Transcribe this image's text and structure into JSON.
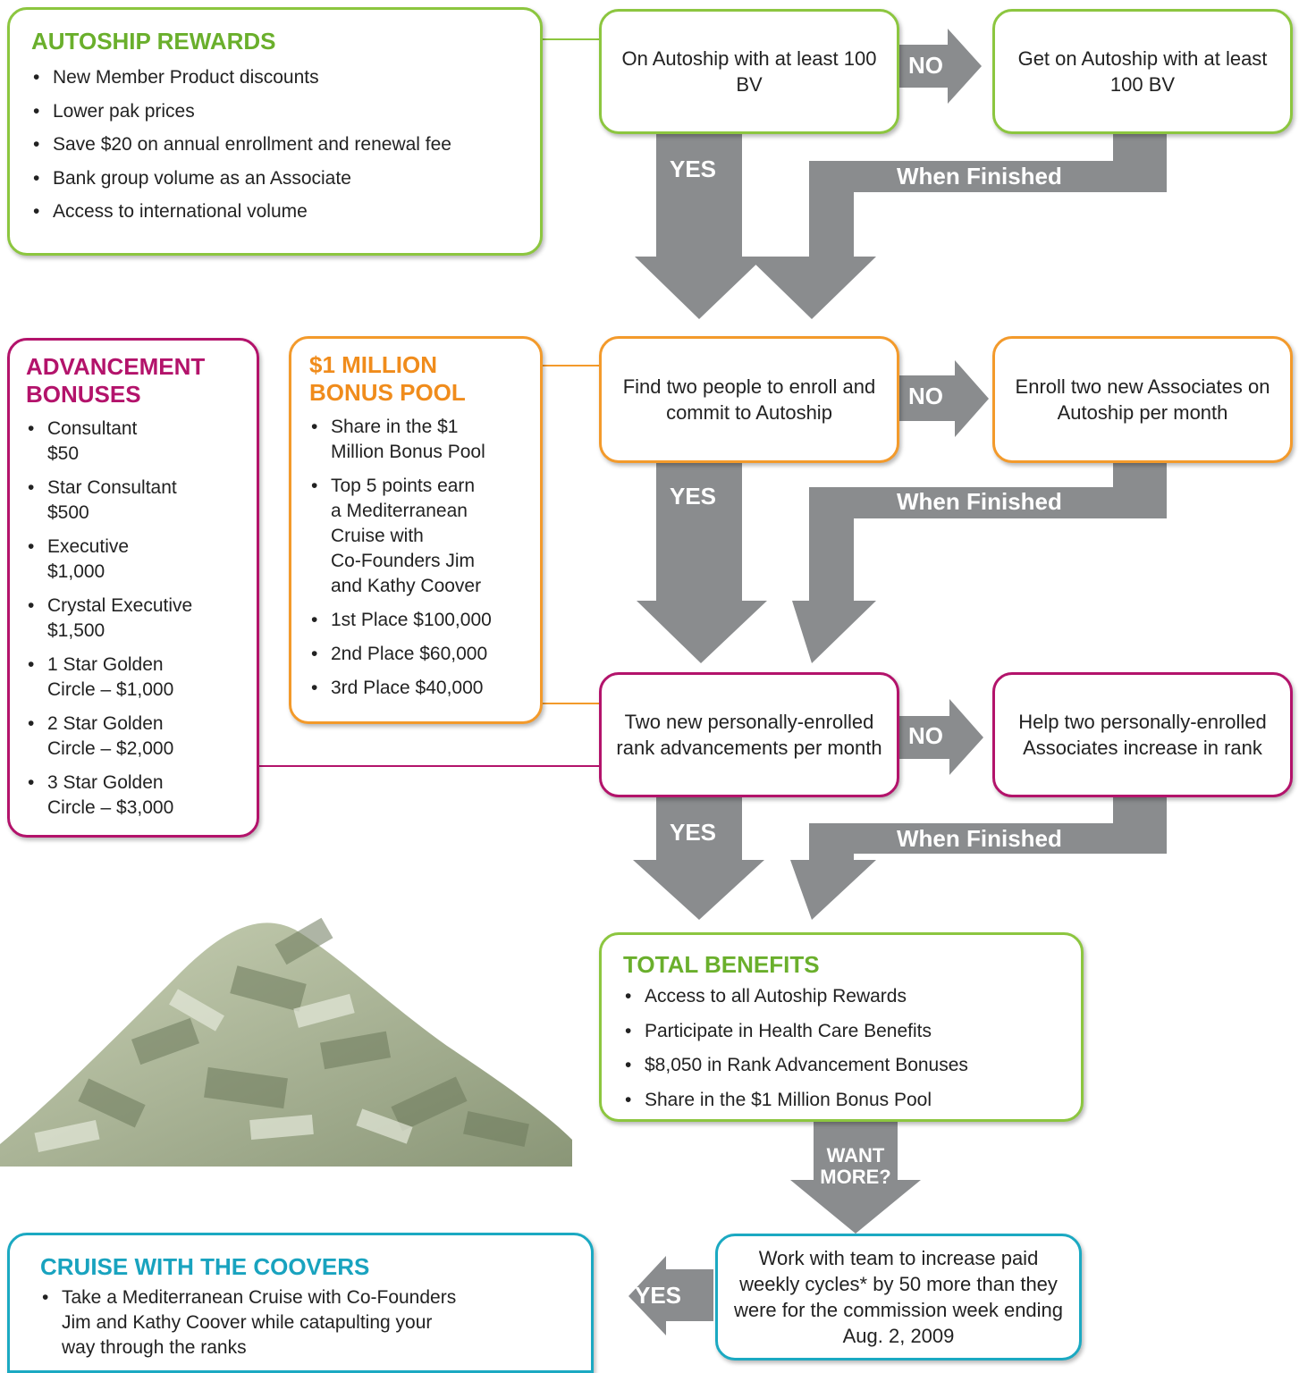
{
  "autoship_rewards": {
    "title": "AUTOSHIP REWARDS",
    "items": [
      "New Member Product discounts",
      "Lower pak prices",
      "Save $20 on annual enrollment and renewal fee",
      "Bank group volume as an Associate",
      "Access to international volume"
    ]
  },
  "advancement_bonuses": {
    "title_line1": "ADVANCEMENT",
    "title_line2": "BONUSES",
    "items": [
      {
        "line1": "Consultant",
        "line2": "$50"
      },
      {
        "line1": "Star Consultant",
        "line2": "$500"
      },
      {
        "line1": "Executive",
        "line2": "$1,000"
      },
      {
        "line1": "Crystal Executive",
        "line2": "$1,500"
      },
      {
        "line1": "1 Star Golden",
        "line2": "Circle – $1,000"
      },
      {
        "line1": "2 Star Golden",
        "line2": "Circle – $2,000"
      },
      {
        "line1": "3 Star Golden",
        "line2": "Circle – $3,000"
      }
    ]
  },
  "bonus_pool": {
    "title_line1": "$1 MILLION",
    "title_line2": "BONUS POOL",
    "items": [
      {
        "lines": [
          "Share in the $1",
          "Million Bonus Pool"
        ]
      },
      {
        "lines": [
          "Top 5 points earn",
          "a Mediterranean",
          "Cruise with",
          "Co-Founders Jim",
          "and Kathy Coover"
        ]
      },
      {
        "lines": [
          "1st Place $100,000"
        ]
      },
      {
        "lines": [
          "2nd Place $60,000"
        ]
      },
      {
        "lines": [
          "3rd Place $40,000"
        ]
      }
    ]
  },
  "flow": {
    "step1": {
      "question": "On Autoship with at least 100 BV",
      "action": "Get on Autoship with at least 100 BV"
    },
    "step2": {
      "question": "Find two people to enroll and commit to Autoship",
      "action": "Enroll two new Associates on Autoship per month"
    },
    "step3": {
      "question": "Two new personally-enrolled rank advancements per month",
      "action": "Help two personally-enrolled Associates increase in rank"
    },
    "step4": {
      "question": "Work with team to increase paid weekly cycles* by 50 more than they were for the commission week ending  Aug. 2, 2009"
    }
  },
  "labels": {
    "no": "NO",
    "yes": "YES",
    "when_finished": "When Finished",
    "want_more_line1": "WANT",
    "want_more_line2": "MORE?"
  },
  "total_benefits": {
    "title": "TOTAL BENEFITS",
    "items": [
      "Access to all Autoship Rewards",
      "Participate in Health Care Benefits",
      "$8,050 in Rank Advancement Bonuses",
      "Share in the $1 Million Bonus Pool"
    ]
  },
  "cruise": {
    "title": "CRUISE WITH THE COOVERS",
    "items": [
      {
        "lines": [
          "Take a Mediterranean Cruise with Co-Founders",
          "Jim and Kathy Coover while catapulting your",
          "way through the ranks"
        ]
      }
    ]
  },
  "colors": {
    "green": "#8cc63f",
    "orange": "#f39a2b",
    "magenta": "#b3136b",
    "teal": "#1ba9c2",
    "arrow_gray": "#8a8c8e"
  },
  "icons": [
    "money-pile-image",
    "gray-arrow"
  ]
}
